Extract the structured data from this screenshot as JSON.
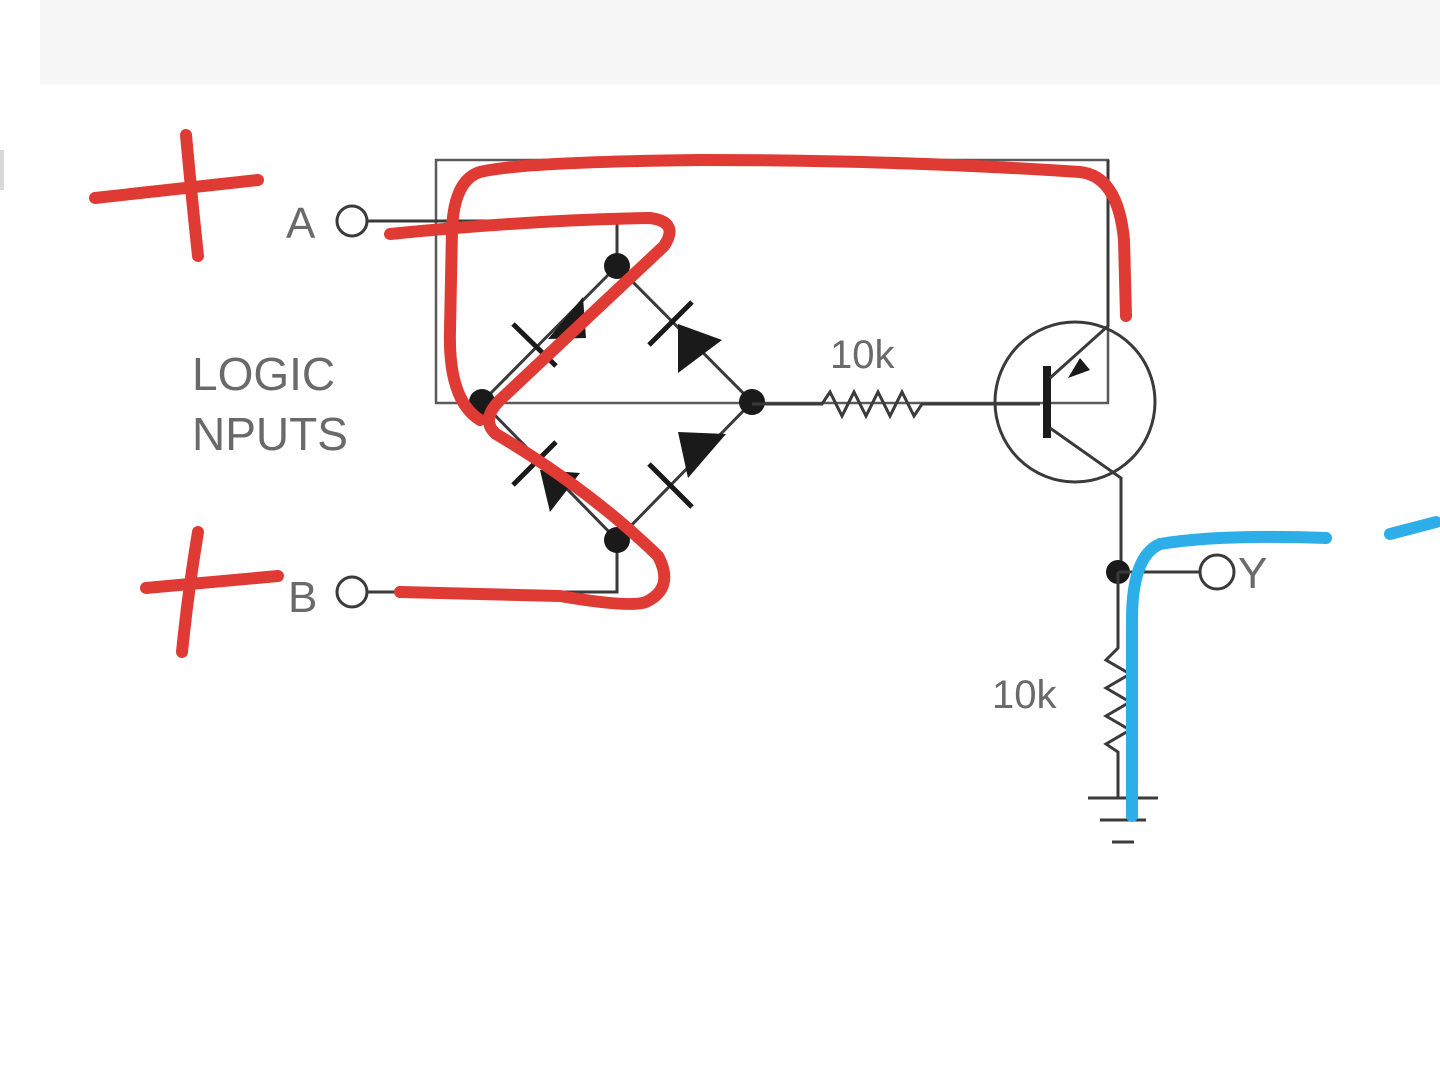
{
  "diagram": {
    "input_a_label": "A",
    "input_b_label": "B",
    "group_label_line1": "LOGIC",
    "group_label_line2": "NPUTS",
    "base_resistor_label": "10k",
    "output_label": "Y",
    "emitter_resistor_label": "10k"
  },
  "colors": {
    "circuit_ink": "#3a3a3a",
    "label_gray": "#6a6a6a",
    "annotation_red": "#df3a33",
    "annotation_blue": "#2eaee8"
  }
}
